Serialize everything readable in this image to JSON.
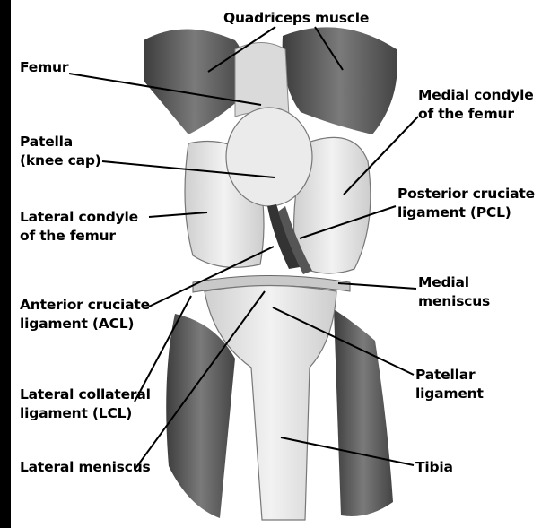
{
  "labels": {
    "quadriceps": "Quadriceps muscle",
    "femur": "Femur",
    "patella": [
      "Patella",
      "(knee cap)"
    ],
    "lateral_condyle": [
      "Lateral condyle",
      "of the femur"
    ],
    "anterior_cruciate": [
      "Anterior cruciate",
      "ligament (ACL)"
    ],
    "lateral_collateral": [
      "Lateral collateral",
      "ligament (LCL)"
    ],
    "lateral_meniscus": "Lateral meniscus",
    "medial_condyle": [
      "Medial condyle",
      "of the femur"
    ],
    "posterior_cruciate": [
      "Posterior cruciate",
      "ligament (PCL)"
    ],
    "medial_meniscus": [
      "Medial",
      "meniscus"
    ],
    "patellar_ligament": [
      "Patellar",
      "ligament"
    ],
    "tibia": "Tibia"
  },
  "colors": {
    "muscle": "#5a5a5a",
    "bone": "#e4e4e4",
    "ligament": "#2a2a2a",
    "leader": "#000000",
    "frame_edge": "#000000"
  }
}
